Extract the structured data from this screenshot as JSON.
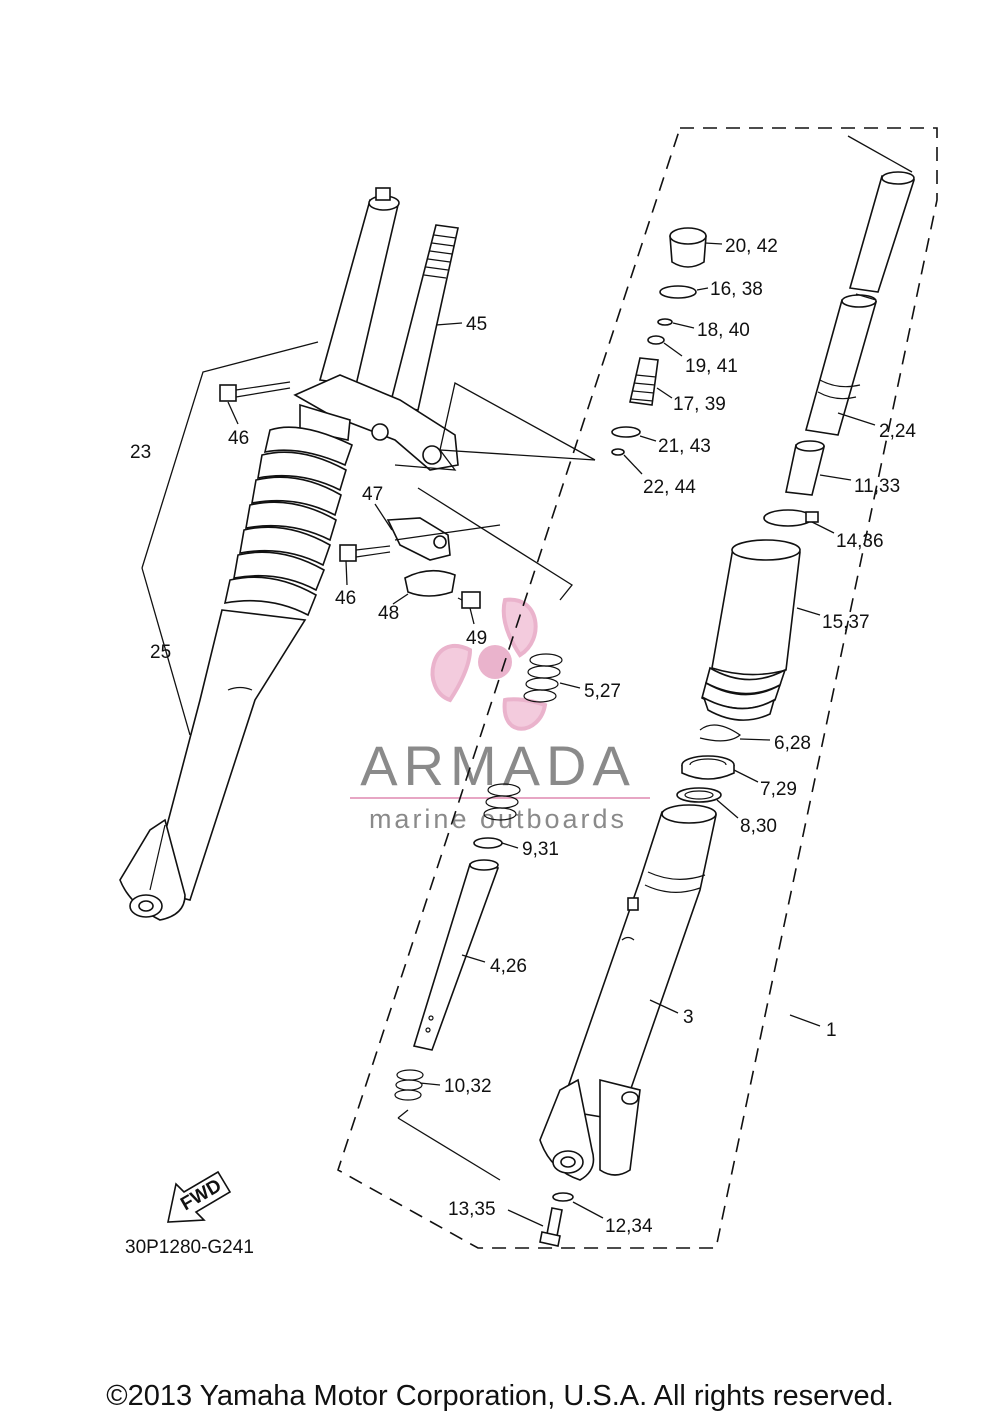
{
  "diagram_code": "30P1280-G241",
  "copyright": "©2013 Yamaha Motor Corporation, U.S.A. All rights reserved.",
  "fwd_label": "FWD",
  "watermark": {
    "brand": "ARMADA",
    "tagline": "marine outboards",
    "color": "#e7a6c4"
  },
  "callouts": {
    "c1": "1",
    "c2": "2,24",
    "c3": "3",
    "c4": "4,26",
    "c5": "5,27",
    "c6": "6,28",
    "c7": "7,29",
    "c8": "8,30",
    "c9": "9,31",
    "c10": "10,32",
    "c11": "11,33",
    "c12": "12,34",
    "c13": "13,35",
    "c14": "14,36",
    "c15": "15,37",
    "c16": "16, 38",
    "c17": "17, 39",
    "c18": "18, 40",
    "c19": "19, 41",
    "c20": "20, 42",
    "c21": "21, 43",
    "c22": "22, 44",
    "c23": "23",
    "c25": "25",
    "c45": "45",
    "c46a": "46",
    "c46b": "46",
    "c47": "47",
    "c48": "48",
    "c49": "49"
  }
}
